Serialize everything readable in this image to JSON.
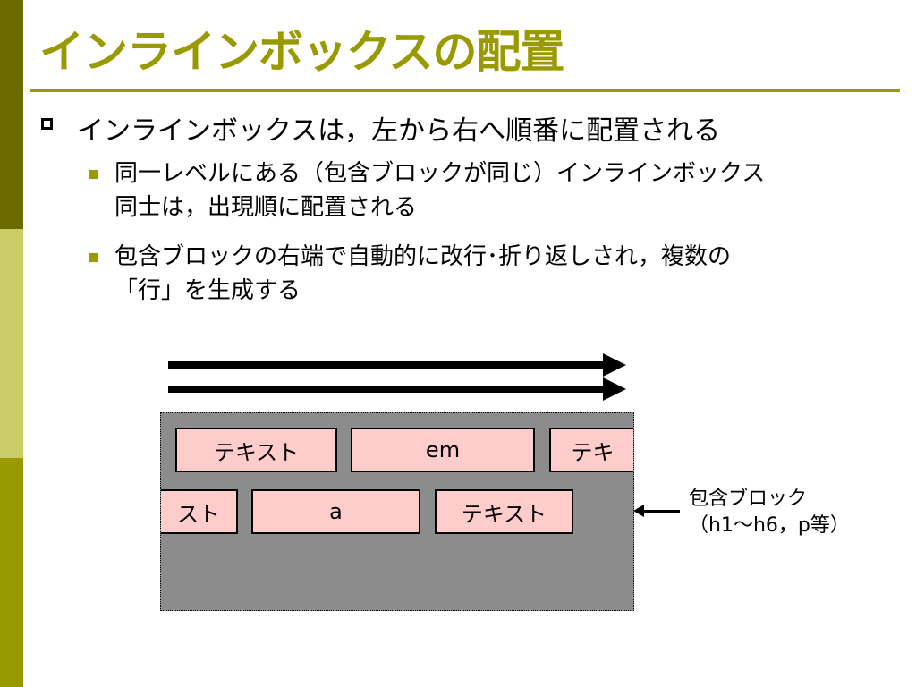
{
  "slide": {
    "title": "インラインボックスの配置",
    "bullet_main": "インラインボックスは，左から右へ順番に配置される",
    "sub_bullets": [
      {
        "lines": [
          "同一レベルにある（包含ブロックが同じ）インラインボックス",
          "同士は，出現順に配置される"
        ]
      },
      {
        "lines": [
          "包含ブロックの右端で自動的に改行･折り返しされ，複数の",
          "「行」を生成する"
        ]
      }
    ]
  },
  "diagram": {
    "row1": [
      "テキスト",
      "em",
      "テキ"
    ],
    "row2": [
      "スト",
      "a",
      "テキスト"
    ],
    "container_label": [
      "包含ブロック",
      "（h1～h6，p等）"
    ]
  },
  "colors": {
    "accent": "#999900",
    "stripe_dark": "#6b6b00",
    "stripe_light": "#cccc66",
    "inline_box_fill": "#ffcccc",
    "container_fill": "#8c8c8c"
  }
}
